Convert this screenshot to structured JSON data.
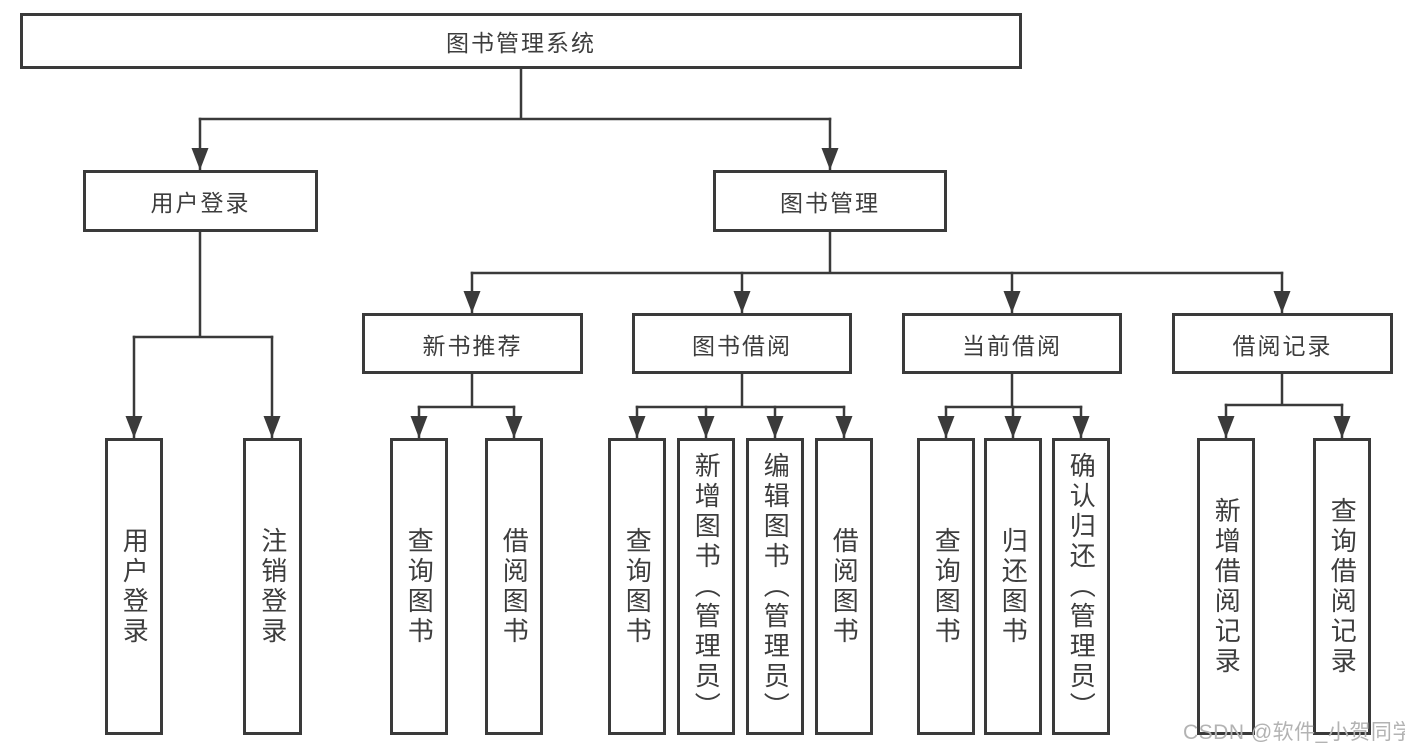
{
  "diagram": {
    "root": {
      "label": "图书管理系统"
    },
    "level2": {
      "user_login": {
        "label": "用户登录"
      },
      "book_management": {
        "label": "图书管理"
      }
    },
    "level3": {
      "new_book_recommend": {
        "label": "新书推荐"
      },
      "book_borrowing": {
        "label": "图书借阅"
      },
      "current_borrowing": {
        "label": "当前借阅"
      },
      "borrowing_records": {
        "label": "借阅记录"
      }
    },
    "leaves": {
      "login_user_login": {
        "label": "用户登录"
      },
      "login_logout": {
        "label": "注销登录"
      },
      "recommend_query_books": {
        "label": "查询图书"
      },
      "recommend_borrow_books": {
        "label": "借阅图书"
      },
      "borrowing_query_books": {
        "label": "查询图书"
      },
      "borrowing_add_books_admin": {
        "label": "新增图书（管理员）"
      },
      "borrowing_edit_books_admin": {
        "label": "编辑图书（管理员）"
      },
      "borrowing_borrow_books": {
        "label": "借阅图书"
      },
      "current_query_books": {
        "label": "查询图书"
      },
      "current_return_books": {
        "label": "归还图书"
      },
      "current_confirm_return_admin": {
        "label": "确认归还（管理员）"
      },
      "records_add_record": {
        "label": "新增借阅记录"
      },
      "records_query_record": {
        "label": "查询借阅记录"
      }
    },
    "watermark": "CSDN @软件_小贺同学",
    "colors": {
      "line": "#3a3a3a",
      "text": "#3d3d3d",
      "box_background": "#ffffff",
      "watermark": "#b3b3b3"
    }
  }
}
